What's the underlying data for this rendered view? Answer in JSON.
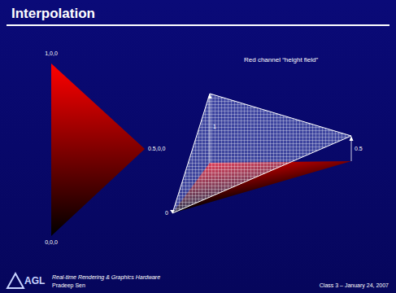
{
  "diagram": {
    "title": "Interpolation",
    "labels": [
      "1,0,0",
      "0.5,0,0",
      "0,0,0",
      "Red channel “height field”",
      "1",
      "0.5",
      "0",
      "AGL",
      "Real-time Rendering & Graphics Hardware",
      "Pradeep Sen",
      "Class 3 – January 24, 2007"
    ]
  }
}
